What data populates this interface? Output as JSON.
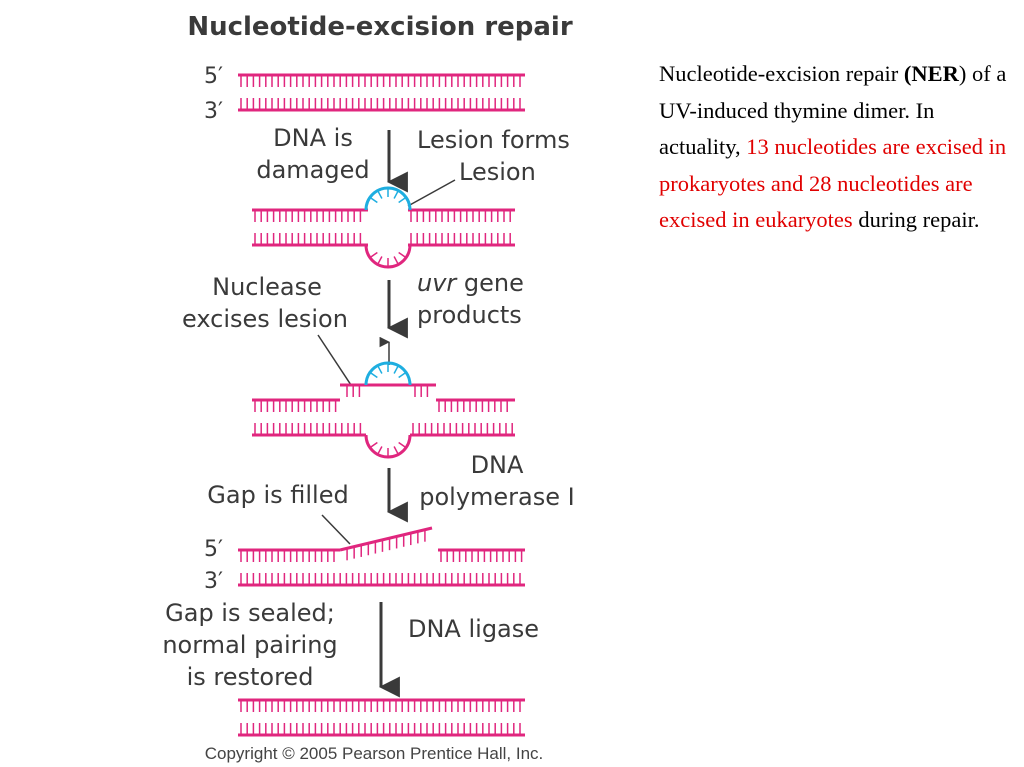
{
  "title": "Nucleotide-excision repair",
  "copyright": "Copyright © 2005 Pearson Prentice Hall, Inc.",
  "colors": {
    "strand": "#e0267e",
    "lesion": "#1eaee0",
    "text": "#3a3a3a",
    "highlight": "#e00000"
  },
  "strand_labels": {
    "five_prime": "5′",
    "three_prime": "3′"
  },
  "steps": {
    "s1_left": [
      "DNA is",
      "damaged"
    ],
    "s1_right": [
      "Lesion forms"
    ],
    "lesion_label": "Lesion",
    "s2_left": [
      "Nuclease",
      "excises lesion"
    ],
    "s2_right_italic": "uvr",
    "s2_right_rest": " gene",
    "s2_right_line2": "products",
    "s3_left": "Gap is filled",
    "s3_right": [
      "DNA",
      "polymerase I"
    ],
    "s4_left": [
      "Gap is sealed;",
      "normal pairing",
      "is restored"
    ],
    "s4_right": "DNA ligase"
  },
  "caption": {
    "p1": "Nucleotide-excision repair ",
    "bold_open": "(",
    "bold": "NER",
    "p2": ") of a UV-induced thymine dimer. In actuality, ",
    "red": "13 nucleotides are excised in prokaryotes and 28 nucleotides are excised in eukaryotes",
    "p3": " during repair."
  }
}
